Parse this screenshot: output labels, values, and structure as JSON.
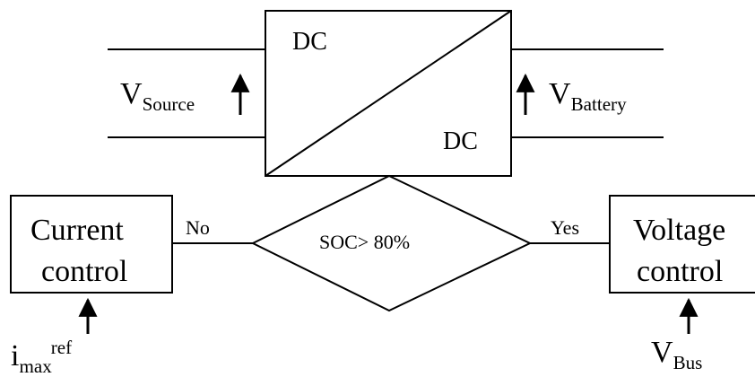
{
  "converter": {
    "dc_top": "DC",
    "dc_bottom": "DC"
  },
  "source_voltage": {
    "main": "V",
    "sub": "Source"
  },
  "battery_voltage": {
    "main": "V",
    "sub": "Battery"
  },
  "decision": {
    "condition": "SOC> 80%",
    "no_label": "No",
    "yes_label": "Yes"
  },
  "current_control": {
    "line1": "Current",
    "line2": "control"
  },
  "voltage_control": {
    "line1": "Voltage",
    "line2": "control"
  },
  "imax_ref": {
    "main": "i",
    "sub": "max",
    "sup": "ref"
  },
  "bus_voltage": {
    "main": "V",
    "sub": "Bus"
  },
  "line_color": "#000000"
}
